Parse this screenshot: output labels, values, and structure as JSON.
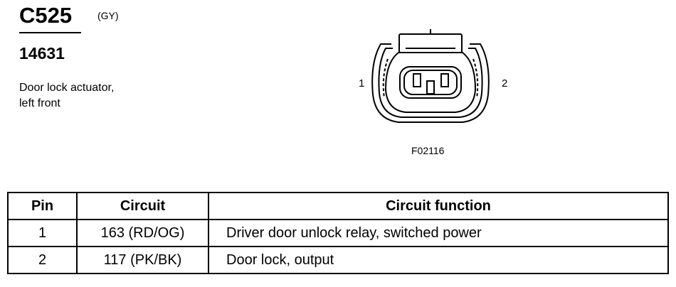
{
  "connector": {
    "id": "C525",
    "color_code": "(GY)",
    "part_number": "14631",
    "description_line1": "Door lock actuator,",
    "description_line2": "left front"
  },
  "diagram": {
    "pin_label_left": "1",
    "pin_label_right": "2",
    "figure_code": "F02116"
  },
  "table": {
    "headers": [
      "Pin",
      "Circuit",
      "Circuit function"
    ],
    "rows": [
      {
        "pin": "1",
        "circuit": "163 (RD/OG)",
        "function": "Driver door unlock relay, switched power"
      },
      {
        "pin": "2",
        "circuit": "117 (PK/BK)",
        "function": "Door lock, output"
      }
    ]
  }
}
